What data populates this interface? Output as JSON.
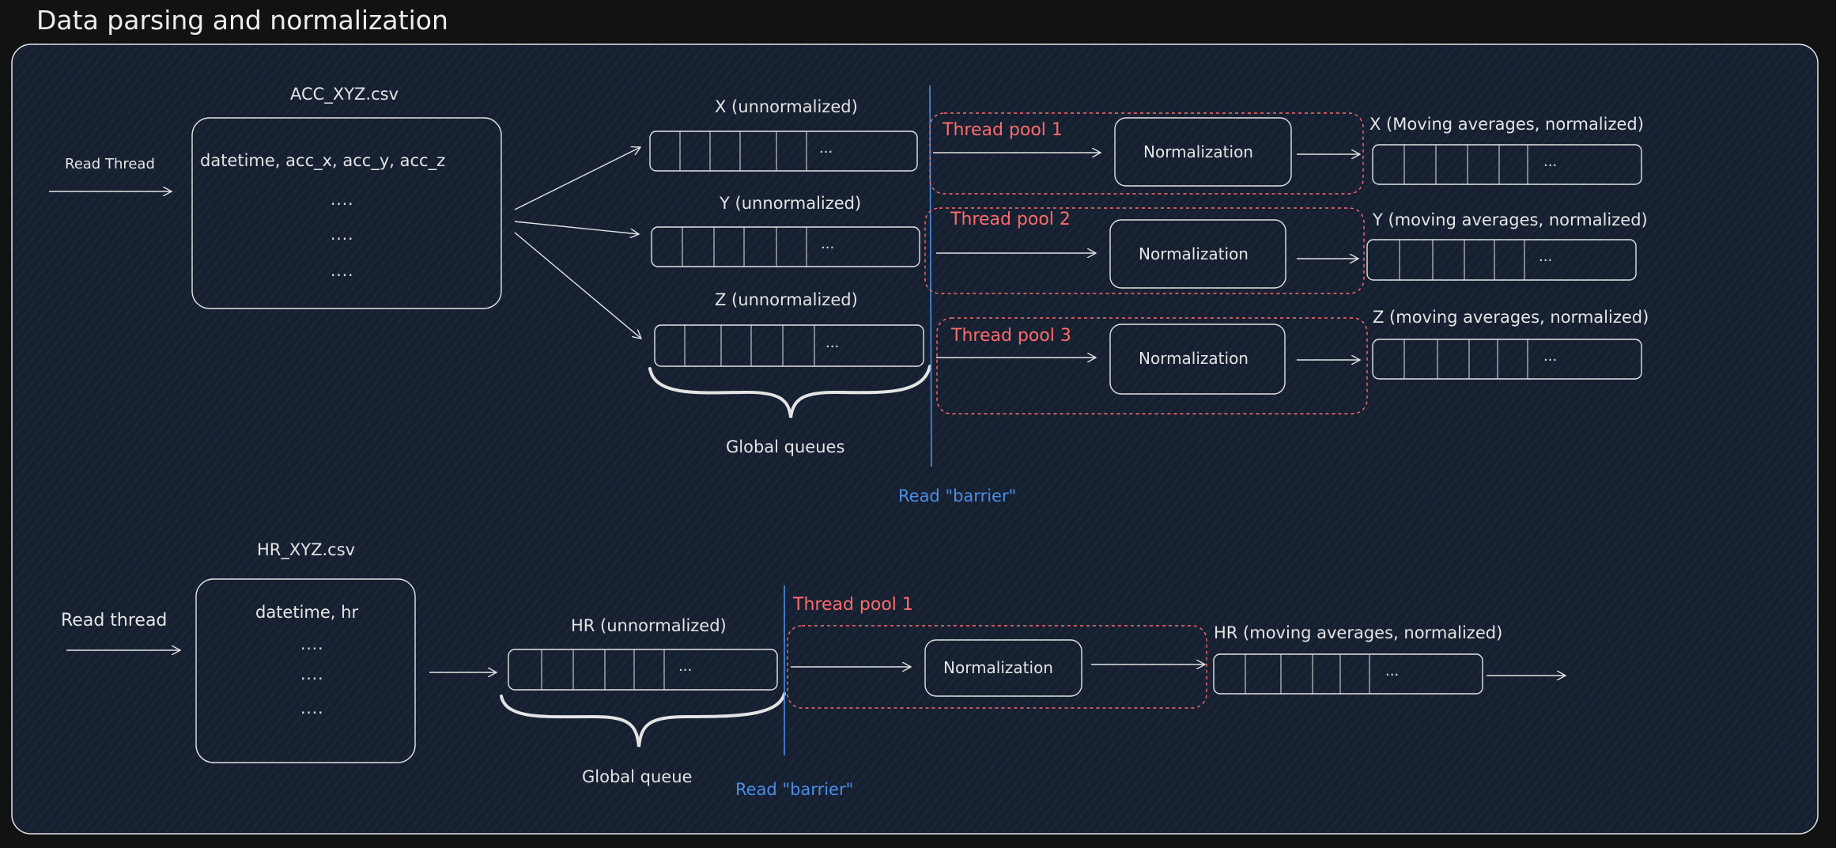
{
  "title": "Data parsing and normalization",
  "colors": {
    "background": "#121212",
    "panel": "#172030",
    "stroke": "#e4e4e4",
    "thread_pool": "#ff6b6b",
    "barrier": "#4a8ee6"
  },
  "acc": {
    "file_name": "ACC_XYZ.csv",
    "reader_label": "Read Thread",
    "header_row": "datetime, acc_x, acc_y, acc_z",
    "ellipsis": "....",
    "queues": [
      {
        "label": "X (unnormalized)",
        "ellipsis": "..."
      },
      {
        "label": "Y (unnormalized)",
        "ellipsis": "..."
      },
      {
        "label": "Z (unnormalized)",
        "ellipsis": "..."
      }
    ],
    "brace_label": "Global queues",
    "barrier_label": "Read \"barrier\"",
    "pools": [
      {
        "name": "Thread pool 1",
        "step": "Normalization",
        "output": "X (Moving averages, normalized)",
        "ellipsis": "..."
      },
      {
        "name": "Thread pool 2",
        "step": "Normalization",
        "output": "Y (moving averages, normalized)",
        "ellipsis": "..."
      },
      {
        "name": "Thread pool 3",
        "step": "Normalization",
        "output": "Z (moving averages, normalized)",
        "ellipsis": "..."
      }
    ]
  },
  "hr": {
    "file_name": "HR_XYZ.csv",
    "reader_label": "Read thread",
    "header_row": "datetime, hr",
    "ellipsis": "....",
    "queue": {
      "label": "HR (unnormalized)",
      "ellipsis": "..."
    },
    "brace_label": "Global queue",
    "barrier_label": "Read \"barrier\"",
    "pool": {
      "name": "Thread pool 1",
      "step": "Normalization",
      "output": "HR (moving averages, normalized)",
      "ellipsis": "..."
    }
  }
}
